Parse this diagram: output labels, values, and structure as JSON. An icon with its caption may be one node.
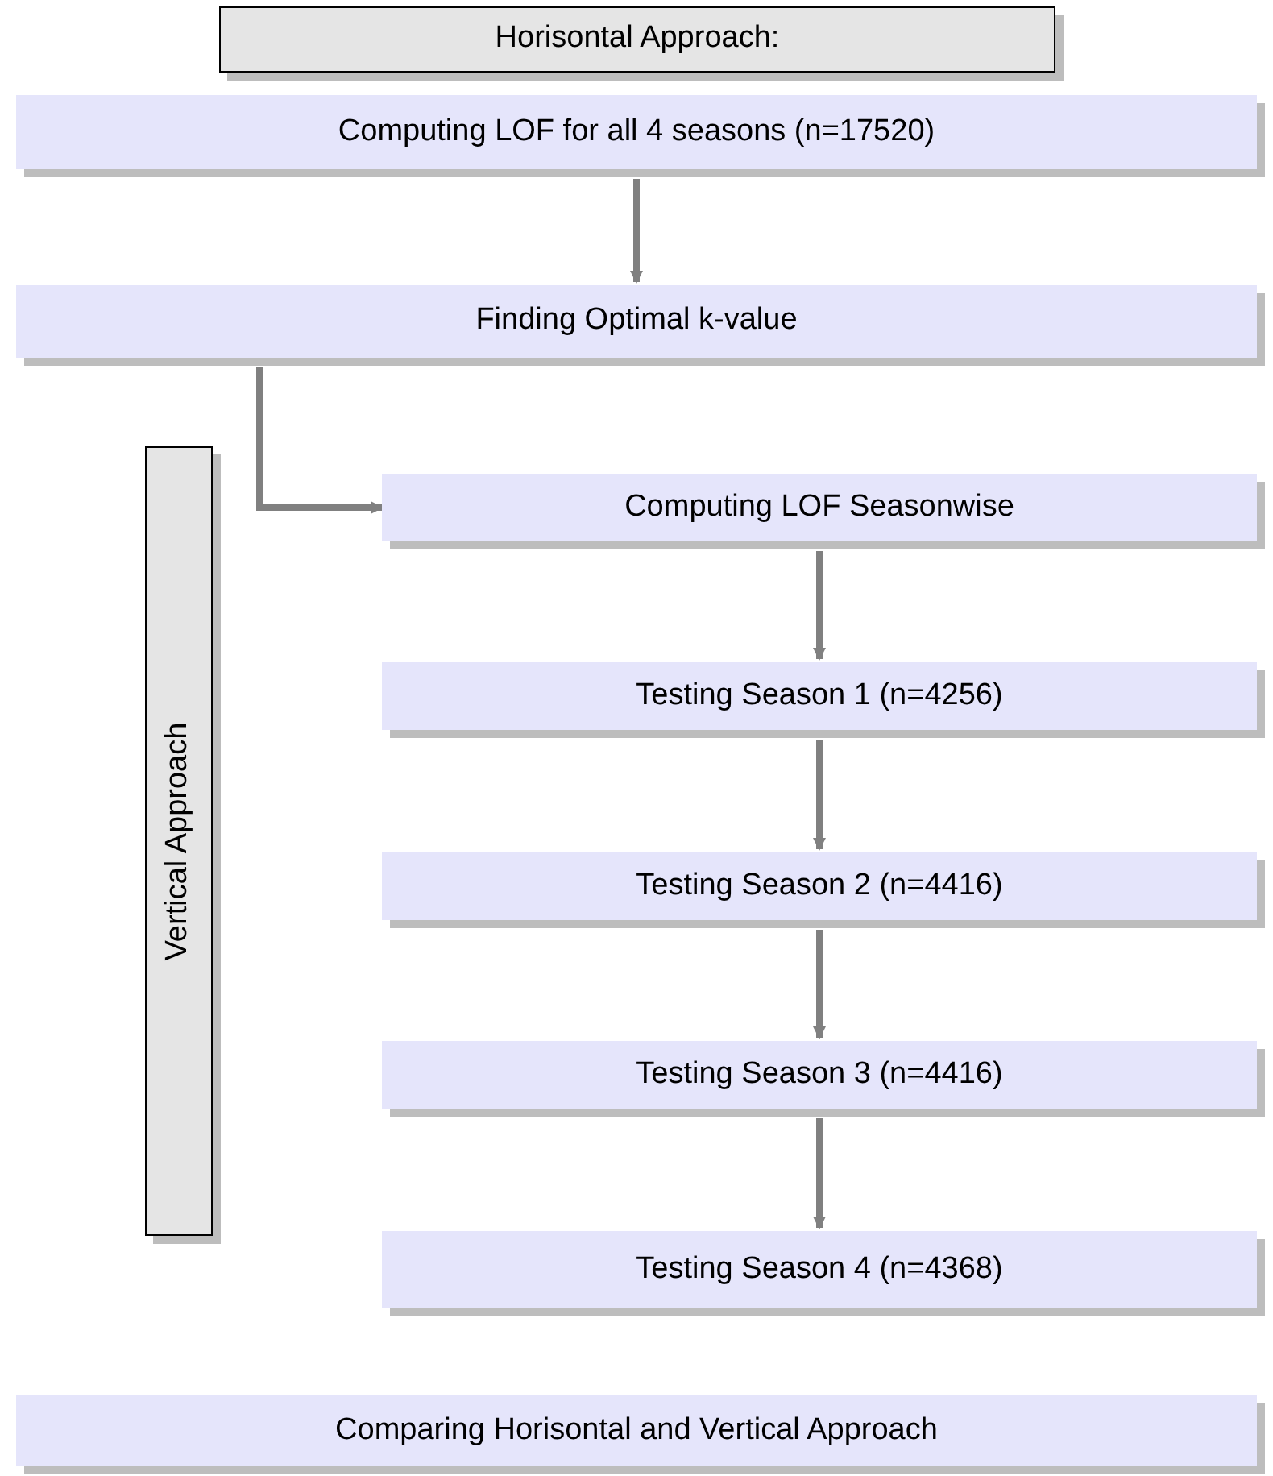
{
  "diagram": {
    "nodes": [
      {
        "text": [
          "Horisontal Approach:"
        ]
      },
      {
        "text": [
          "Computing LOF for all 4 seasons (n=17520)"
        ]
      },
      {
        "text": [
          "Finding Optimal k-value"
        ]
      },
      {
        "text": [
          "Vertical Approach"
        ]
      },
      {
        "text": [
          "Computing LOF Seasonwise"
        ]
      },
      {
        "text": [
          "Testing Season 1 (n=4256)"
        ]
      },
      {
        "text": [
          "Testing Season 2 (n=4416)"
        ]
      },
      {
        "text": [
          "Testing Season 3 (n=4416)"
        ]
      },
      {
        "text": [
          "Testing Season 4 (n=4368)"
        ]
      },
      {
        "text": [
          "Comparing Horisontal and Vertical Approach"
        ]
      }
    ],
    "edges": [
      {
        "from": 1,
        "to": 2,
        "arrow": "to"
      },
      {
        "from": 2,
        "to": 4,
        "arrow": "to"
      },
      {
        "from": 4,
        "to": 5,
        "arrow": "to"
      },
      {
        "from": 5,
        "to": 6,
        "arrow": "to"
      },
      {
        "from": 6,
        "to": 7,
        "arrow": "to"
      },
      {
        "from": 7,
        "to": 8,
        "arrow": "to"
      }
    ]
  }
}
